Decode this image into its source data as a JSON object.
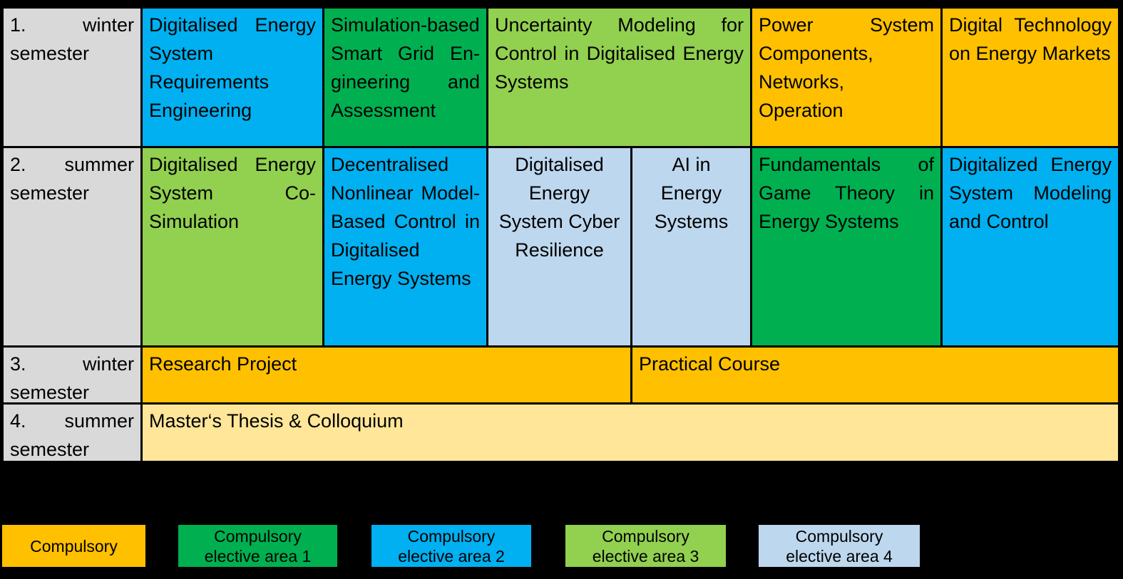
{
  "palette": {
    "compulsory": "#FFC000",
    "elective1": "#00B050",
    "elective2": "#00B0F0",
    "elective3": "#92D050",
    "elective4": "#BDD7EE",
    "thesis": "#FFE699",
    "semester_label": "#D9D9D9",
    "background": "#000000",
    "text": "#000000"
  },
  "table": {
    "rows": [
      {
        "semester": {
          "num": "1.",
          "season": "winter",
          "line2": "semester"
        },
        "courses": [
          {
            "title": "Digitalised Energy System Requirements Engineering",
            "category": "elective2"
          },
          {
            "title": "Simulation-based Smart Grid En­gineering and Assessment",
            "category": "elective1"
          },
          {
            "title": "Uncertainty Modeling for Control in Digitalised Energy Systems",
            "category": "elective3"
          },
          {
            "title": "Power System Components, Networks, Operation",
            "category": "compulsory"
          },
          {
            "title": "Digital Technology on Energy Markets",
            "category": "compulsory"
          }
        ]
      },
      {
        "semester": {
          "num": "2.",
          "season": "summer",
          "line2": "semester"
        },
        "courses": [
          {
            "title": "Digitalised Energy System Co-Simulation",
            "category": "elective3"
          },
          {
            "title": "Decentralised Nonlinear Model-Based Control in Digitalised Energy Systems",
            "category": "elective2"
          },
          {
            "title": "Digitalised Energy System Cyber Resilience",
            "category": "elective4"
          },
          {
            "title": "AI in Energy Systems",
            "category": "elective4"
          },
          {
            "title": "Fundamentals of Game Theory in Energy Systems",
            "category": "elective1"
          },
          {
            "title": "Digitalized Energy System Modeling and Control",
            "category": "elective2"
          }
        ]
      },
      {
        "semester": {
          "num": "3.",
          "season": "winter",
          "line2": "semester"
        },
        "courses": [
          {
            "title": "Research Project",
            "category": "compulsory"
          },
          {
            "title": "Practical Course",
            "category": "compulsory"
          }
        ]
      },
      {
        "semester": {
          "num": "4.",
          "season": "summer",
          "line2": "semester"
        },
        "courses": [
          {
            "title": "Master‘s Thesis & Colloquium",
            "category": "thesis"
          }
        ]
      }
    ]
  },
  "legend": [
    {
      "line1": "Compulsory",
      "line2": "",
      "category": "compulsory"
    },
    {
      "line1": "Compulsory",
      "line2": "elective area 1",
      "category": "elective1"
    },
    {
      "line1": "Compulsory",
      "line2": "elective area 2",
      "category": "elective2"
    },
    {
      "line1": "Compulsory",
      "line2": "elective area 3",
      "category": "elective3"
    },
    {
      "line1": "Compulsory",
      "line2": "elective area 4",
      "category": "elective4"
    }
  ]
}
